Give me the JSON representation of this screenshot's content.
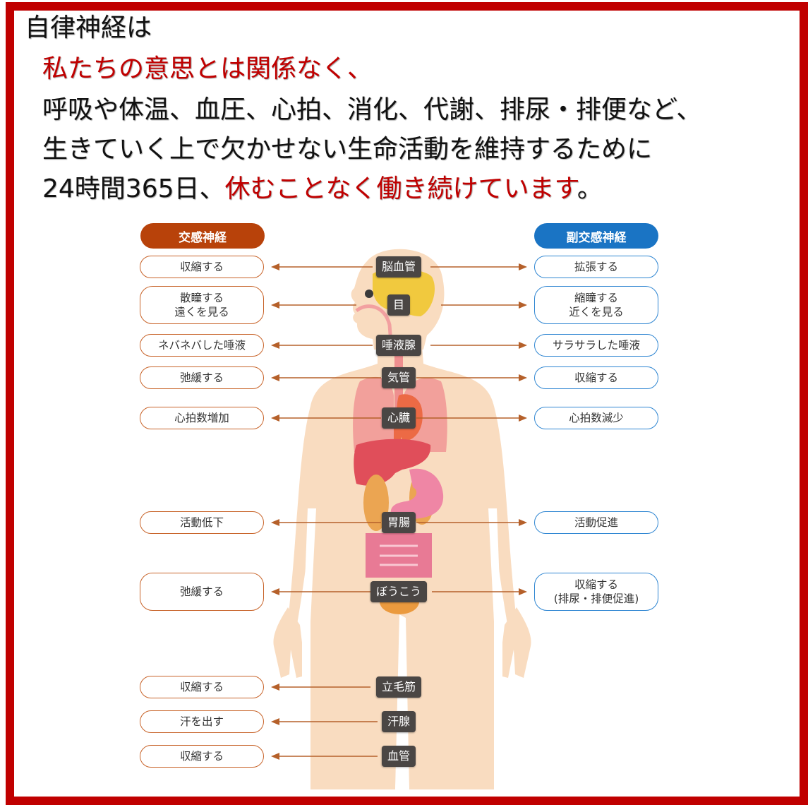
{
  "intro": {
    "line1": "自律神経は",
    "line2": "私たちの意思とは関係なく、",
    "line3": "呼吸や体温、血圧、心拍、消化、代謝、排尿・排便など、",
    "line4": "生きていく上で欠かせない生命活動を維持するために",
    "line5_black": "24時間365日、",
    "line5_red": "休むことなく働き続けています",
    "line5_end": "。"
  },
  "colors": {
    "frame": "#c00000",
    "sympathetic": "#b8420a",
    "parasympathetic": "#1a74c4",
    "organ_label": "#4a4644",
    "skin": "#f9dcc0",
    "arrow": "#b5602a"
  },
  "diagram": {
    "sympathetic_header": "交感神経",
    "parasympathetic_header": "副交感神経",
    "rows": [
      {
        "organ": "脳血管",
        "sympathetic": "収縮する",
        "parasympathetic": "拡張する"
      },
      {
        "organ": "目",
        "sympathetic": "散瞳する\n遠くを見る",
        "parasympathetic": "縮瞳する\n近くを見る"
      },
      {
        "organ": "唾液腺",
        "sympathetic": "ネバネバした唾液",
        "parasympathetic": "サラサラした唾液"
      },
      {
        "organ": "気管",
        "sympathetic": "弛緩する",
        "parasympathetic": "収縮する"
      },
      {
        "organ": "心臓",
        "sympathetic": "心拍数増加",
        "parasympathetic": "心拍数減少"
      },
      {
        "organ": "胃腸",
        "sympathetic": "活動低下",
        "parasympathetic": "活動促進"
      },
      {
        "organ": "ぼうこう",
        "sympathetic": "弛緩する",
        "parasympathetic": "収縮する\n(排尿・排便促進)"
      },
      {
        "organ": "立毛筋",
        "sympathetic": "収縮する",
        "parasympathetic": null
      },
      {
        "organ": "汗腺",
        "sympathetic": "汗を出す",
        "parasympathetic": null
      },
      {
        "organ": "血管",
        "sympathetic": "収縮する",
        "parasympathetic": null
      }
    ]
  }
}
